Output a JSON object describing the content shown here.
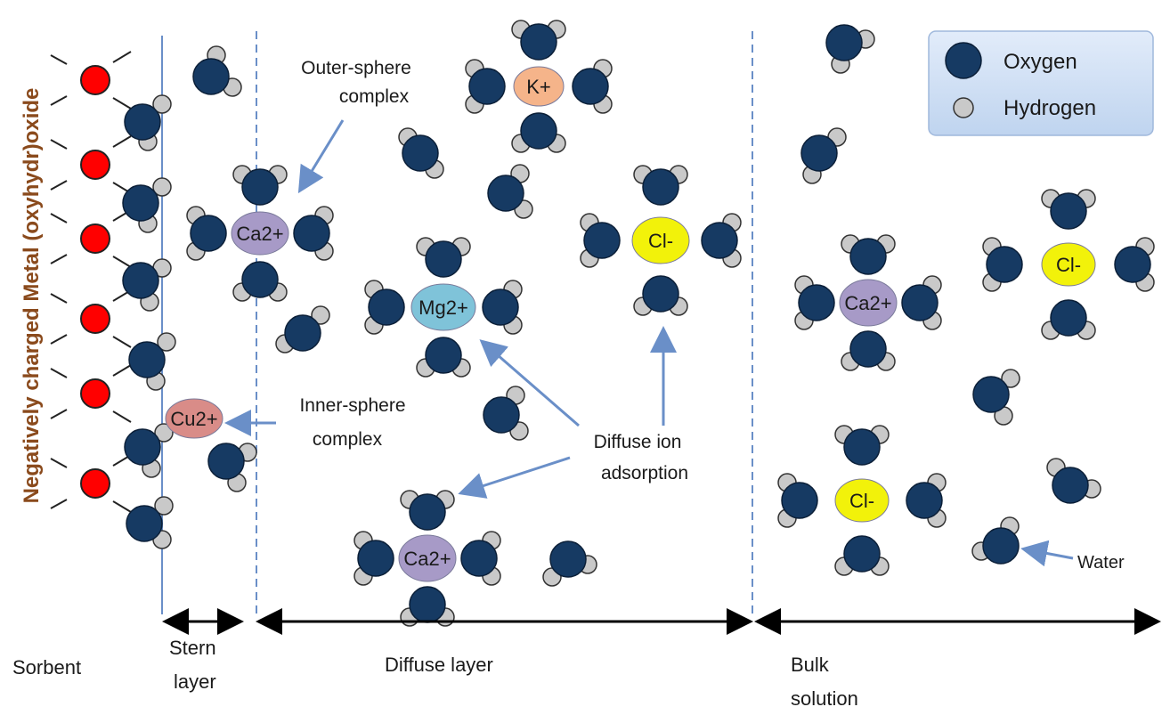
{
  "colors": {
    "oxygen": "#163a63",
    "hydrogen": "#c9c9c9",
    "surface_o": "#ff0000",
    "arrow": "#6a8fc8",
    "ca": "#a79ac7",
    "mg": "#7fc3d9",
    "k": "#f5b48a",
    "cu": "#d98c88",
    "cl": "#f2f20a",
    "side_title": "#8a4a1c",
    "legend_bg": "#cfe0f5"
  },
  "side_title": "Negatively charged Metal (oxyhydr)oxide",
  "legend": {
    "oxygen": "Oxygen",
    "hydrogen": "Hydrogen"
  },
  "ions": {
    "k": "K+",
    "ca1": "Ca2+",
    "mg": "Mg2+",
    "cl1": "Cl-",
    "cu": "Cu2+",
    "ca2": "Ca2+",
    "ca3": "Ca2+",
    "cl2": "Cl-",
    "cl3": "Cl-"
  },
  "annotations": {
    "outer_sphere_1": "Outer-sphere",
    "outer_sphere_2": "complex",
    "inner_sphere_1": "Inner-sphere",
    "inner_sphere_2": "complex",
    "diffuse_ion_1": "Diffuse ion",
    "diffuse_ion_2": "adsorption",
    "water": "Water"
  },
  "bottom_labels": {
    "sorbent": "Sorbent",
    "stern_1": "Stern",
    "stern_2": "layer",
    "diffuse": "Diffuse layer",
    "bulk_1": "Bulk",
    "bulk_2": "solution"
  }
}
